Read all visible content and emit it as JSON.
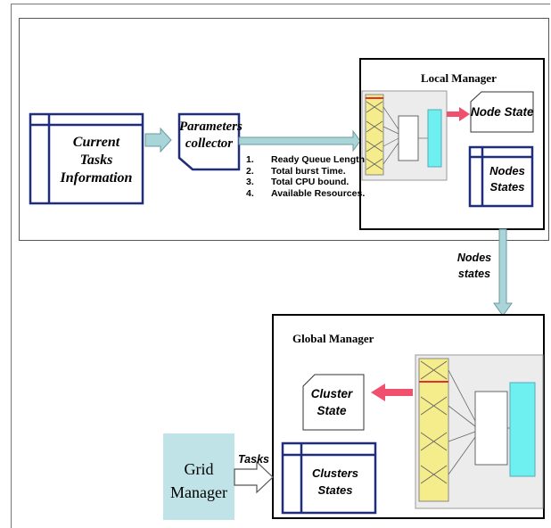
{
  "diagram": {
    "current_tasks_label": "Current Tasks Information",
    "parameters_collector_label": "Parameters collector",
    "parameters": [
      {
        "num": "1.",
        "text": "Ready Queue Length"
      },
      {
        "num": "2.",
        "text": "Total burst Time."
      },
      {
        "num": "3.",
        "text": "Total CPU bound."
      },
      {
        "num": "4.",
        "text": "Available Resources."
      }
    ],
    "local_manager_title": "Local Manager",
    "node_state_label": "Node State",
    "nodes_states_label": "Nodes States",
    "nodes_states_arrow_label": "Nodes states",
    "global_manager_title": "Global Manager",
    "cluster_state_label": "Cluster State",
    "clusters_states_label": "Clusters States",
    "grid_manager_label": "Grid Manager",
    "tasks_label": "Tasks"
  },
  "colors": {
    "table_border": "#1f2d7a",
    "arrow_fill": "#a9d4d8",
    "red_arrow": "#f0506e",
    "grid_manager_fill": "#bfe3e6",
    "fuzzy_yellow": "#f5ec8c",
    "cyan_block": "#6ff0f0"
  }
}
